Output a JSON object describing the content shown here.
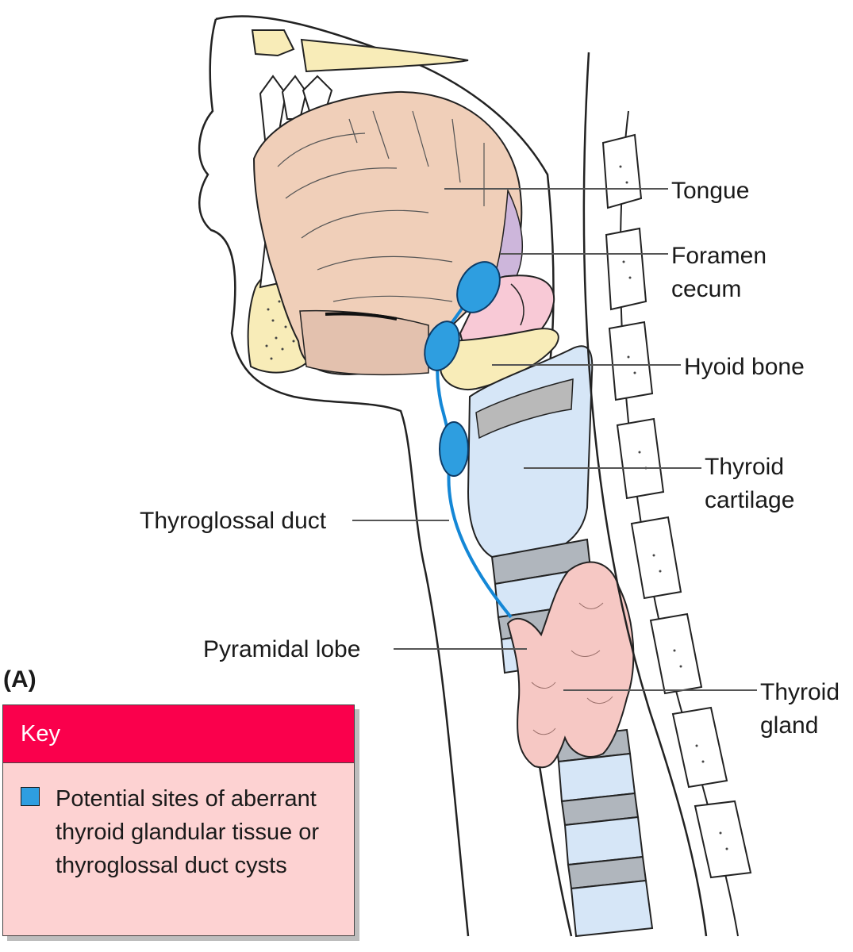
{
  "panel_letter": "(A)",
  "labels": {
    "tongue": "Tongue",
    "foramen_line1": "Foramen",
    "foramen_line2": "cecum",
    "hyoid": "Hyoid bone",
    "thyroid_cart_line1": "Thyroid",
    "thyroid_cart_line2": "cartilage",
    "thyroglossal_duct": "Thyroglossal duct",
    "pyramidal_lobe": "Pyramidal lobe",
    "thyroid_gland_line1": "Thyroid",
    "thyroid_gland_line2": "gland"
  },
  "key": {
    "title": "Key",
    "item_text": "Potential sites of aberrant thyroid glandular tissue or thyroglossal duct cysts",
    "swatch_color": "#2e9ee0"
  },
  "colors": {
    "tongue": "#f0cfb9",
    "bone": "#f8ecb8",
    "cartilage": "#d6e6f7",
    "thyroid": "#f6c8c4",
    "epiglottis": "#f8c9d6",
    "duct": "#1487d6",
    "key_header": "#fa004c",
    "key_body": "#fdd2d2"
  }
}
